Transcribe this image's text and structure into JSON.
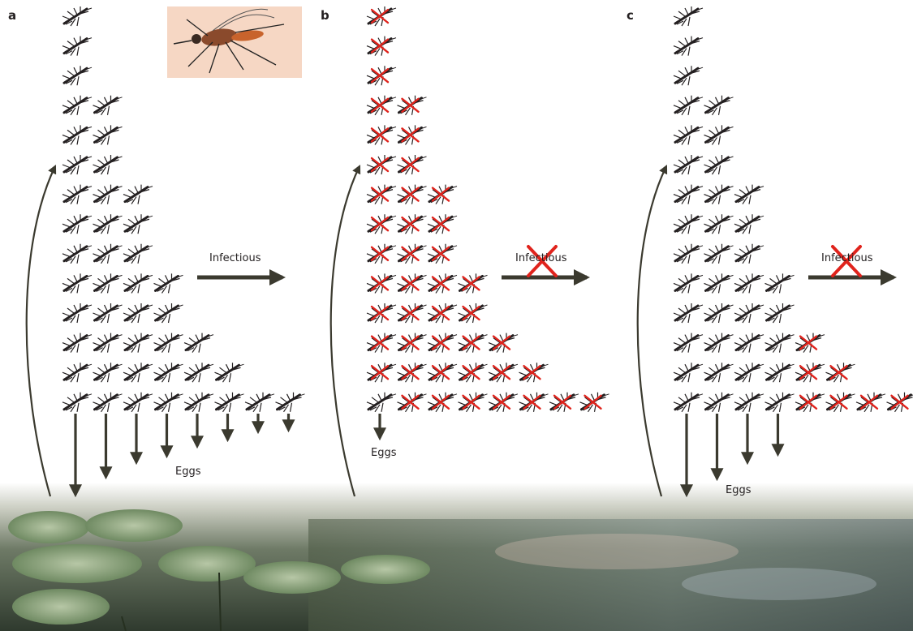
{
  "panels": [
    {
      "letter": "a",
      "infectious_label": "Infectious",
      "infectious_blocked": false,
      "eggs_label": "Eggs",
      "rows": [
        1,
        1,
        1,
        2,
        2,
        2,
        3,
        3,
        3,
        4,
        4,
        5,
        6,
        8
      ],
      "crossed": [],
      "egg_arrows": 8
    },
    {
      "letter": "b",
      "infectious_label": "Infectious",
      "infectious_blocked": true,
      "eggs_label": "Eggs",
      "rows": [
        1,
        1,
        1,
        2,
        2,
        2,
        3,
        3,
        3,
        4,
        4,
        5,
        6,
        8
      ],
      "crossed": "all-except-bottom-first",
      "egg_arrows": 1
    },
    {
      "letter": "c",
      "infectious_label": "Infectious",
      "infectious_blocked": true,
      "eggs_label": "Eggs",
      "rows": [
        1,
        1,
        1,
        2,
        2,
        2,
        3,
        3,
        3,
        4,
        4,
        5,
        6,
        8
      ],
      "crossed": [
        [
          11,
          4
        ],
        [
          12,
          4
        ],
        [
          12,
          5
        ],
        [
          13,
          4
        ],
        [
          13,
          5
        ],
        [
          13,
          6
        ],
        [
          13,
          7
        ]
      ],
      "egg_arrows": 4
    }
  ],
  "colors": {
    "mosquito": "#231f20",
    "cross": "#e0231c",
    "arrow": "#3b3a2f",
    "water_dark": "#3b4a36",
    "lily_pad": "#8aa07c"
  },
  "icons": [
    "mosquito-icon",
    "cross-icon",
    "arrow-icon",
    "lily-pad-icon"
  ]
}
